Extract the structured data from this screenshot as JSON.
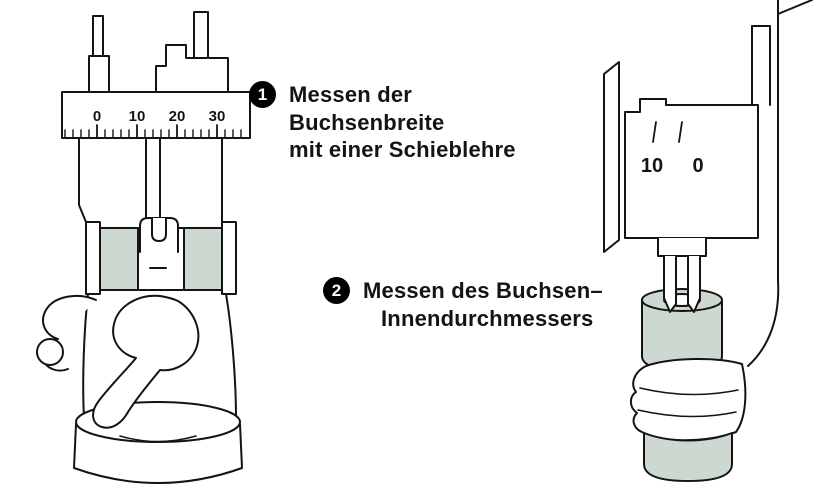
{
  "colors": {
    "line": "#141414",
    "text": "#141414",
    "badge_bg": "#000000",
    "badge_text": "#ffffff",
    "bushing_fill": "#cdd8d1",
    "background": "#ffffff"
  },
  "annotations": {
    "steps": [
      {
        "number": "1",
        "lines": [
          "Messen der",
          "Buchsenbreite",
          "mit einer Schieblehre"
        ]
      },
      {
        "number": "2",
        "lines": [
          "Messen des Buchsen–",
          "Innendurchmessers"
        ]
      }
    ]
  },
  "left_caliper": {
    "scale_numbers": [
      "0",
      "10",
      "20",
      "30"
    ]
  },
  "right_caliper": {
    "scale_numbers": [
      "10",
      "0"
    ]
  }
}
